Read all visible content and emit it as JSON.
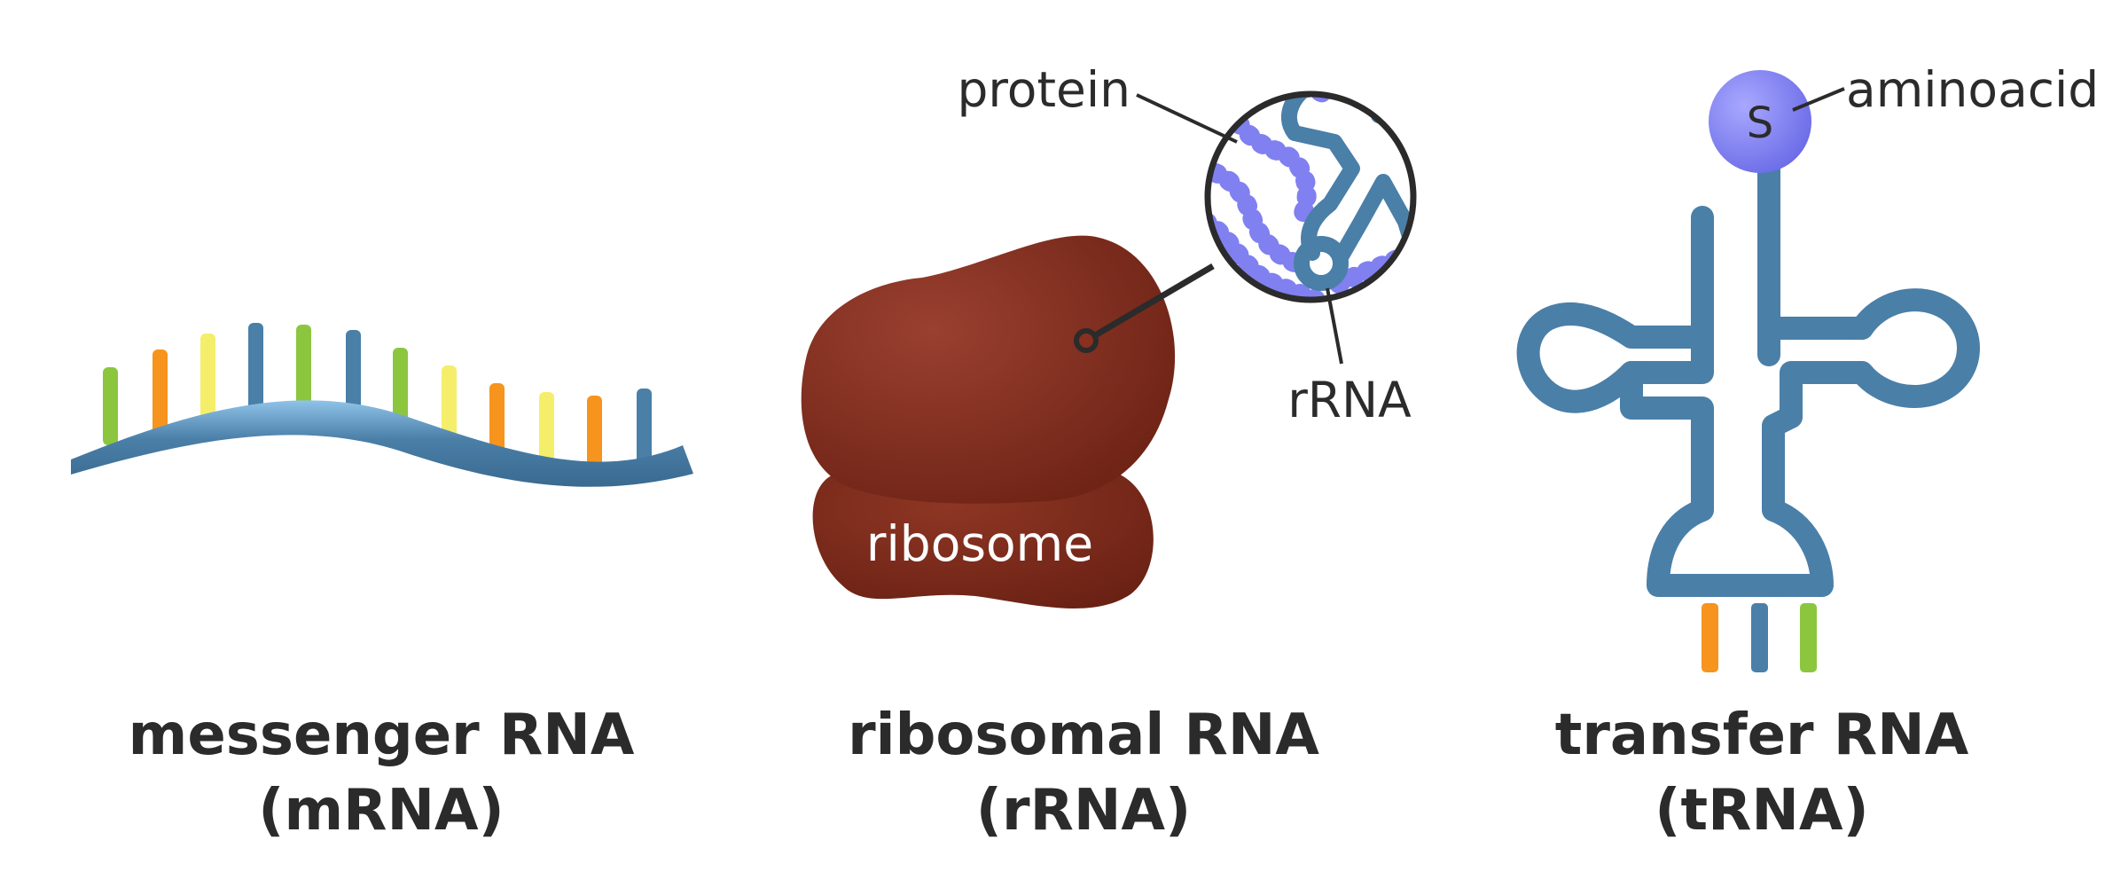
{
  "panels": {
    "mrna": {
      "caption_line1": "messenger RNA",
      "caption_line2": "(mRNA)"
    },
    "rrna": {
      "caption_line1": "ribosomal RNA",
      "caption_line2": "(rRNA)",
      "label_protein": "protein",
      "label_rrna": "rRNA",
      "label_ribosome": "ribosome"
    },
    "trna": {
      "caption_line1": "transfer RNA",
      "caption_line2": "(tRNA)",
      "label_aminoacid": "aminoacid",
      "amino_symbol": "S"
    }
  },
  "colors": {
    "strand": "#4a7fa8",
    "ribosome": "#8b2f1f",
    "protein": "#8080f0",
    "base_green": "#8cc63f",
    "base_orange": "#f7941d",
    "base_yellow": "#f5ee6a",
    "base_blue": "#4a7fa8",
    "text": "#2b2b2b"
  }
}
